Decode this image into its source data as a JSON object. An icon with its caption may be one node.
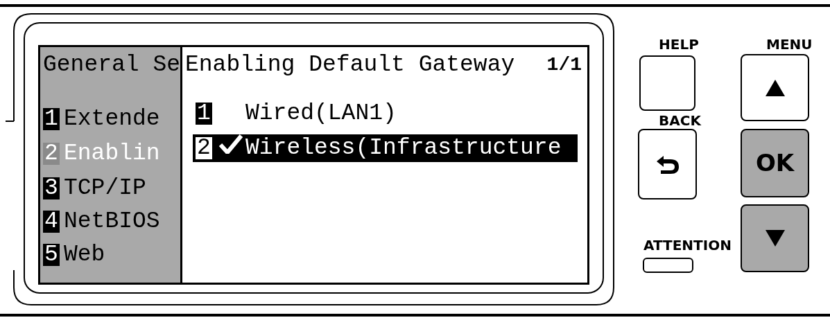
{
  "diagram": {
    "nodes": [
      {
        "text": [
          "General Se"
        ]
      },
      {
        "text": [
          "1",
          "Extende"
        ],
        "in": 0
      },
      {
        "text": [
          "2",
          "Enablin"
        ],
        "in": 0
      },
      {
        "text": [
          "3",
          "TCP/IP"
        ],
        "in": 0
      },
      {
        "text": [
          "4",
          "NetBIOS"
        ],
        "in": 0
      },
      {
        "text": [
          "5",
          "Web"
        ],
        "in": 0
      },
      {
        "text": [
          "Enabling Default Gateway",
          "1/1"
        ]
      },
      {
        "text": [
          "1",
          "Wired(LAN1)"
        ],
        "in": 6
      },
      {
        "text": [
          "2",
          "Wireless(Infrastructure"
        ],
        "in": 6
      },
      {
        "text": [
          "HELP"
        ]
      },
      {
        "text": [
          "BACK"
        ]
      },
      {
        "text": [
          "MENU"
        ]
      },
      {
        "text": [
          "OK"
        ]
      },
      {
        "text": [],
        "shape": "box"
      },
      {
        "text": [
          "ATTENTION"
        ]
      }
    ]
  }
}
